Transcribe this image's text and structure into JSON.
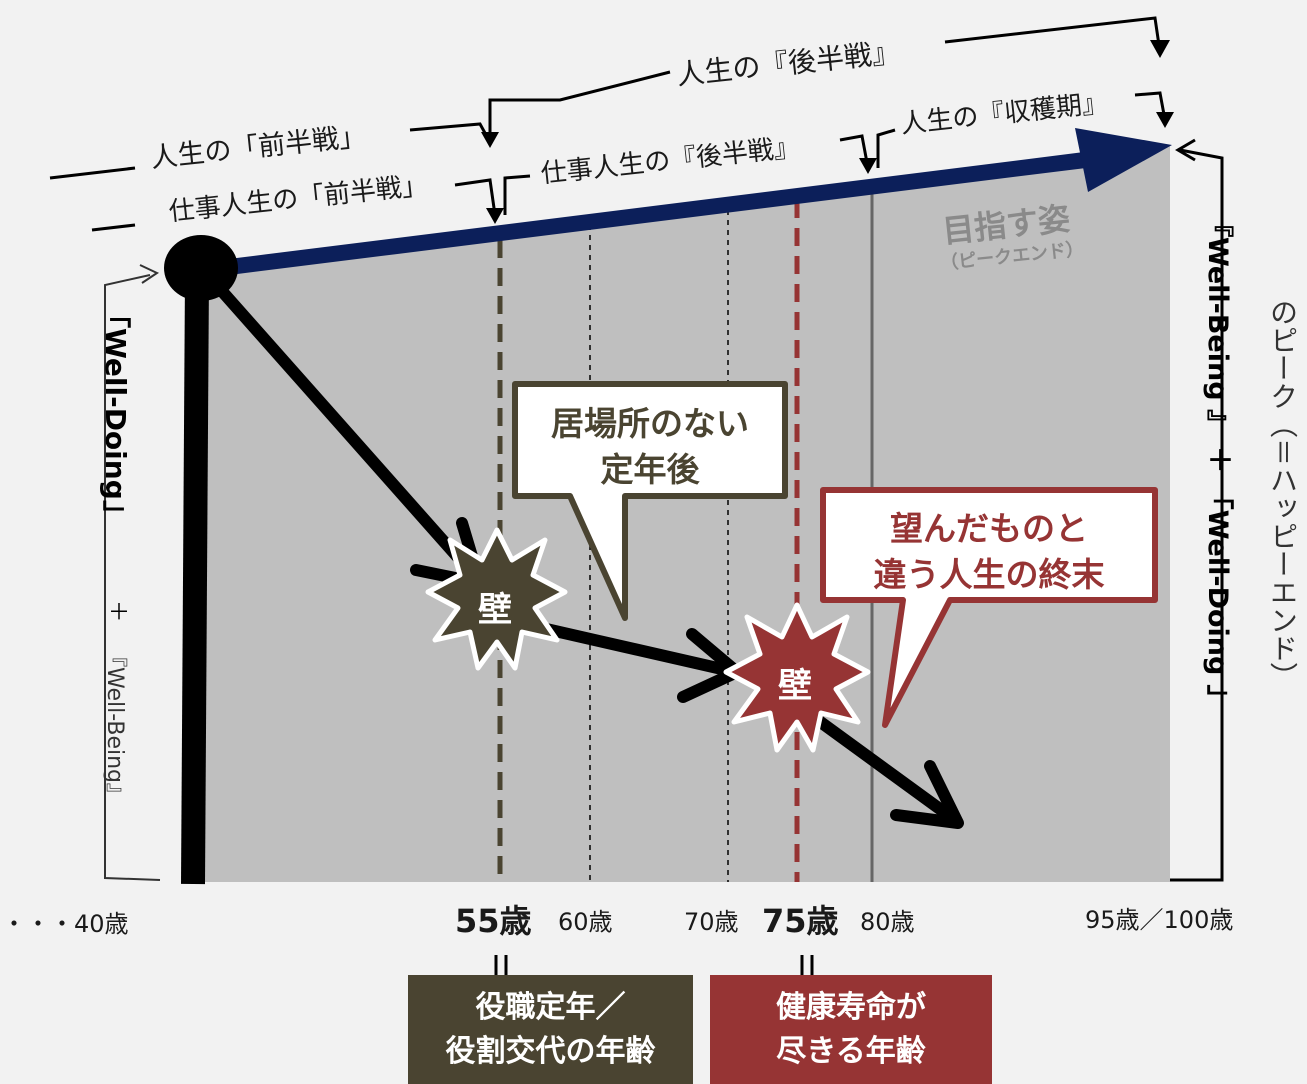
{
  "phases": {
    "life_second_half": "人生の『後半戦』",
    "life_first_half": "人生の「前半戦」",
    "work_first_half": "仕事人生の「前半戦」",
    "work_second_half": "仕事人生の『後半戦』",
    "harvest": "人生の『収穫期』"
  },
  "target": {
    "title": "目指す姿",
    "sub": "（ピークエンド）"
  },
  "left_axis": {
    "top": "「Well-Doing」",
    "plus": "＋",
    "bottom": "『Well-Being』"
  },
  "right_axis": {
    "main": "『Well-Being 』 ＋ 「Well-Doing 」",
    "note": "のピーク（＝ハッピーエンド）"
  },
  "walls": {
    "wall1": "壁",
    "wall2": "壁"
  },
  "callouts": {
    "retire_line1": "居場所のない",
    "retire_line2": "定年後",
    "end_line1": "望んだものと",
    "end_line2": "違う人生の終末"
  },
  "ages": {
    "a40": "・・・40歳",
    "a55": "55歳",
    "a60": "60歳",
    "a70": "70歳",
    "a75": "75歳",
    "a80": "80歳",
    "a95": "95歳／100歳"
  },
  "equals": "||",
  "bottom_boxes": {
    "role_line1": "役職定年／",
    "role_line2": "役割交代の年齢",
    "health_line1": "健康寿命が",
    "health_line2": "尽きる年齢"
  },
  "colors": {
    "background": "#f2f2f2",
    "plot_area": "#bfbfbf",
    "ideal_arrow": "#0c1f5a",
    "retire_olive": "#4a4431",
    "health_red": "#963434",
    "ink": "#000000"
  }
}
